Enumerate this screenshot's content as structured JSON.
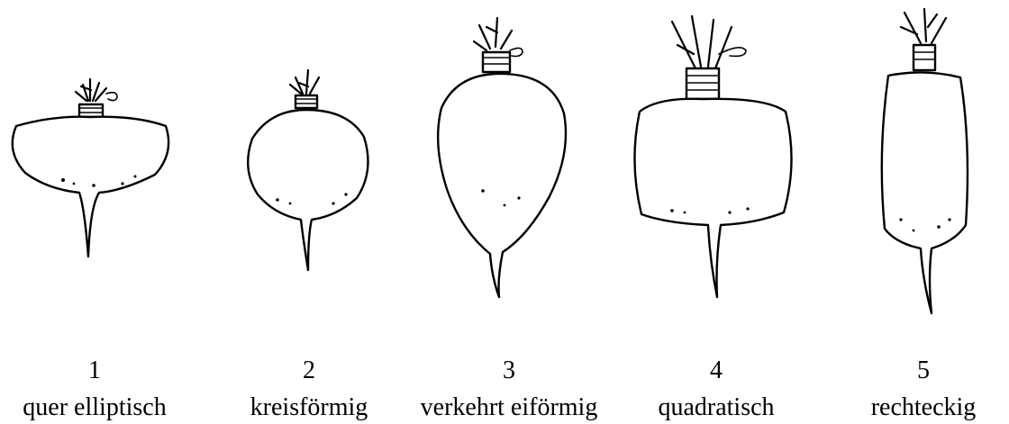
{
  "figure": {
    "shapes": [
      {
        "number": "1",
        "label": "quer elliptisch"
      },
      {
        "number": "2",
        "label": "kreisförmig"
      },
      {
        "number": "3",
        "label": "verkehrt eiförmig"
      },
      {
        "number": "4",
        "label": "quadratisch"
      },
      {
        "number": "5",
        "label": "rechteckig"
      }
    ]
  }
}
